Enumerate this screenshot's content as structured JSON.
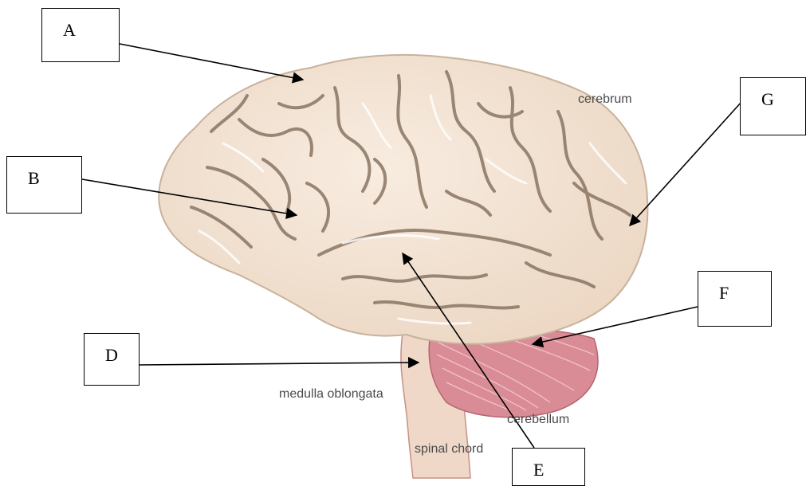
{
  "diagram": {
    "colors": {
      "cerebrum_fill": "#f3e4d4",
      "cerebrum_shadow": "#8a7563",
      "cerebellum_fill": "#d98c95",
      "stem_fill": "#efd8c8",
      "arrow": "#000000"
    },
    "letter_labels": {
      "a": "A",
      "b": "B",
      "d": "D",
      "e": "E",
      "f": "F",
      "g": "G"
    },
    "part_labels": {
      "cerebrum": "cerebrum",
      "medulla": "medulla oblongata",
      "cerebellum": "cerebellum",
      "spinal": "spinal chord"
    }
  }
}
